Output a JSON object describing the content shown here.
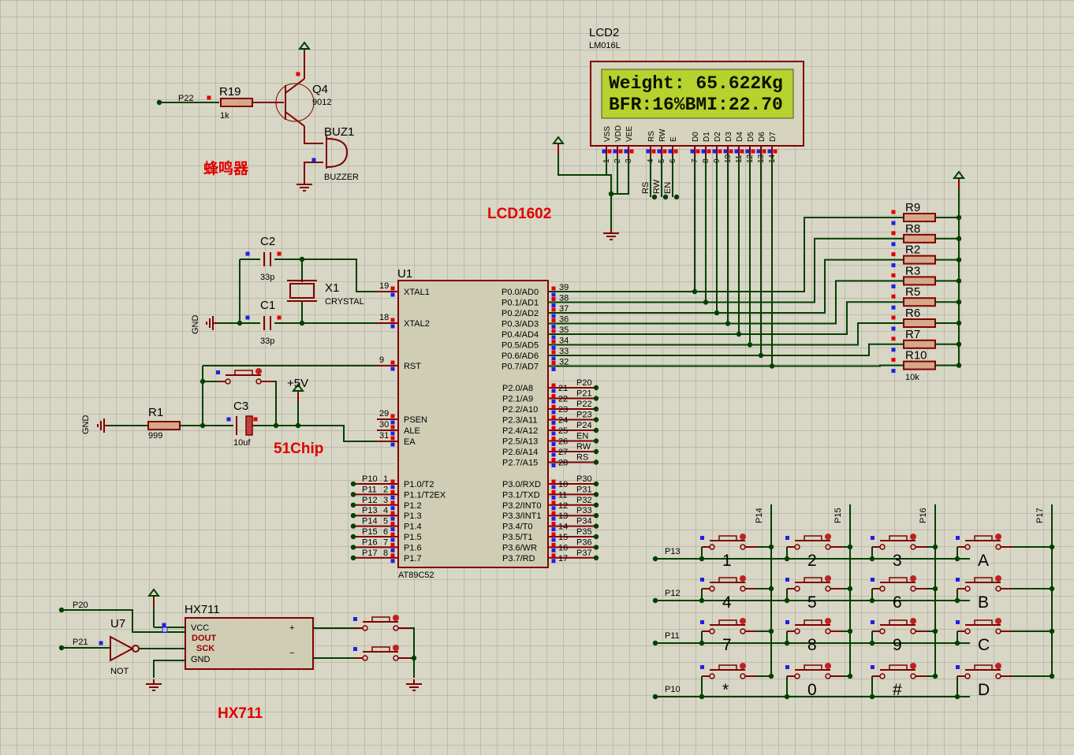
{
  "titles": {
    "buzzer_cn": "蜂鸣器",
    "lcd1602": "LCD1602",
    "chip": "51Chip",
    "hx711": "HX711"
  },
  "lcd": {
    "ref": "LCD2",
    "model": "LM016L",
    "line1": "Weight: 65.622Kg",
    "line2": "BFR:16%BMI:22.70",
    "pins": [
      "VSS",
      "VDD",
      "VEE",
      "RS",
      "RW",
      "E",
      "D0",
      "D1",
      "D2",
      "D3",
      "D4",
      "D5",
      "D6",
      "D7"
    ],
    "pin_numbers": [
      "1",
      "2",
      "3",
      "4",
      "5",
      "6",
      "7",
      "8",
      "9",
      "10",
      "11",
      "12",
      "13",
      "14"
    ],
    "ctrl_labels": [
      "RS",
      "RW",
      "EN"
    ]
  },
  "buzzer": {
    "resistor_ref": "R19",
    "resistor_val": "1k",
    "net": "P22",
    "transistor_ref": "Q4",
    "transistor_val": "9012",
    "buzzer_ref": "BUZ1",
    "buzzer_val": "BUZZER"
  },
  "crystal": {
    "c2_ref": "C2",
    "c2_val": "33p",
    "c1_ref": "C1",
    "c1_val": "33p",
    "x_ref": "X1",
    "x_val": "CRYSTAL",
    "gnd": "GND"
  },
  "reset": {
    "r_ref": "R1",
    "r_val": "999",
    "c_ref": "C3",
    "c_val": "10uf",
    "vcc": "+5V",
    "gnd": "GND"
  },
  "mcu": {
    "ref": "U1",
    "model": "AT89C52",
    "left_pins": [
      {
        "num": "19",
        "name": "XTAL1"
      },
      {
        "num": "18",
        "name": "XTAL2"
      },
      {
        "num": "9",
        "name": "RST"
      },
      {
        "num": "29",
        "name": "PSEN"
      },
      {
        "num": "30",
        "name": "ALE"
      },
      {
        "num": "31",
        "name": "EA"
      }
    ],
    "p1_pins": [
      {
        "num": "1",
        "name": "P1.0/T2",
        "net": "P10"
      },
      {
        "num": "2",
        "name": "P1.1/T2EX",
        "net": "P11"
      },
      {
        "num": "3",
        "name": "P1.2",
        "net": "P12"
      },
      {
        "num": "4",
        "name": "P1.3",
        "net": "P13"
      },
      {
        "num": "5",
        "name": "P1.4",
        "net": "P14"
      },
      {
        "num": "6",
        "name": "P1.5",
        "net": "P15"
      },
      {
        "num": "7",
        "name": "P1.6",
        "net": "P16"
      },
      {
        "num": "8",
        "name": "P1.7",
        "net": "P17"
      }
    ],
    "p0_pins": [
      {
        "num": "39",
        "name": "P0.0/AD0"
      },
      {
        "num": "38",
        "name": "P0.1/AD1"
      },
      {
        "num": "37",
        "name": "P0.2/AD2"
      },
      {
        "num": "36",
        "name": "P0.3/AD3"
      },
      {
        "num": "35",
        "name": "P0.4/AD4"
      },
      {
        "num": "34",
        "name": "P0.5/AD5"
      },
      {
        "num": "33",
        "name": "P0.6/AD6"
      },
      {
        "num": "32",
        "name": "P0.7/AD7"
      }
    ],
    "p2_pins": [
      {
        "num": "21",
        "name": "P2.0/A8",
        "net": "P20"
      },
      {
        "num": "22",
        "name": "P2.1/A9",
        "net": "P21"
      },
      {
        "num": "23",
        "name": "P2.2/A10",
        "net": "P22"
      },
      {
        "num": "24",
        "name": "P2.3/A11",
        "net": "P23"
      },
      {
        "num": "25",
        "name": "P2.4/A12",
        "net": "P24"
      },
      {
        "num": "26",
        "name": "P2.5/A13",
        "net": "EN"
      },
      {
        "num": "27",
        "name": "P2.6/A14",
        "net": "RW"
      },
      {
        "num": "28",
        "name": "P2.7/A15",
        "net": "RS"
      }
    ],
    "p3_pins": [
      {
        "num": "10",
        "name": "P3.0/RXD",
        "net": "P30"
      },
      {
        "num": "11",
        "name": "P3.1/TXD",
        "net": "P31"
      },
      {
        "num": "12",
        "name": "P3.2/INT0",
        "net": "P32"
      },
      {
        "num": "13",
        "name": "P3.3/INT1",
        "net": "P33"
      },
      {
        "num": "14",
        "name": "P3.4/T0",
        "net": "P34"
      },
      {
        "num": "15",
        "name": "P3.5/T1",
        "net": "P35"
      },
      {
        "num": "16",
        "name": "P3.6/WR",
        "net": "P36"
      },
      {
        "num": "17",
        "name": "P3.7/RD",
        "net": "P37"
      }
    ]
  },
  "pullups": {
    "labels": [
      "R9",
      "R8",
      "R2",
      "R3",
      "R5",
      "R6",
      "R7",
      "R10"
    ],
    "value": "10k"
  },
  "hx711": {
    "ref": "HX711",
    "pins": [
      "VCC",
      "DOUT",
      "SCK",
      "GND"
    ],
    "plus": "+",
    "minus": "−",
    "inv_ref": "U7",
    "inv_val": "NOT",
    "net_p20": "P20",
    "net_p21": "P21"
  },
  "keypad": {
    "row_nets": [
      "P13",
      "P12",
      "P11",
      "P10"
    ],
    "col_nets": [
      "P14",
      "P15",
      "P16",
      "P17"
    ],
    "keys": [
      [
        "1",
        "2",
        "3",
        "A"
      ],
      [
        "4",
        "5",
        "6",
        "B"
      ],
      [
        "7",
        "8",
        "9",
        "C"
      ],
      [
        "*",
        "0",
        "#",
        "D"
      ]
    ]
  }
}
